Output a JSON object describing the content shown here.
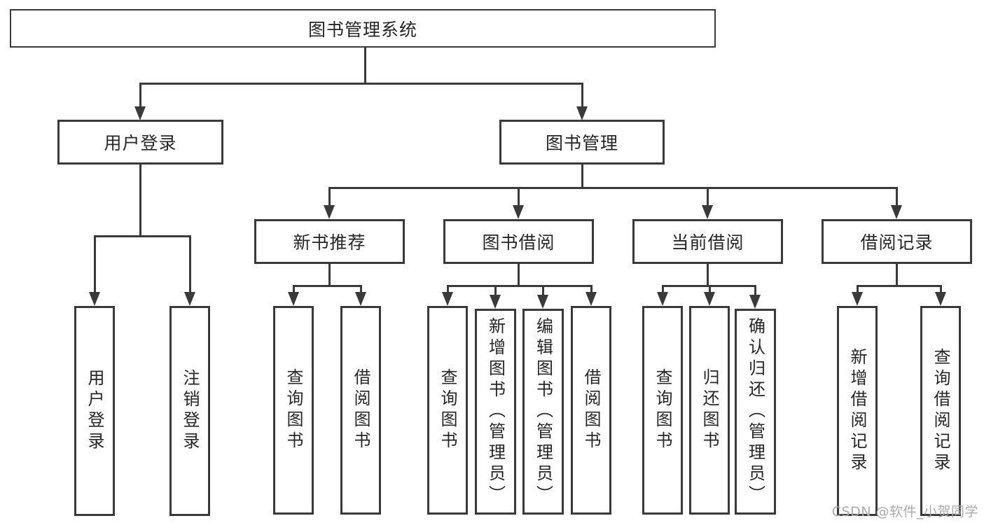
{
  "diagram": {
    "title": "图书管理系统",
    "root": {
      "label": "图书管理系统"
    },
    "level2": [
      {
        "label": "用户登录"
      },
      {
        "label": "图书管理"
      }
    ],
    "level3": [
      {
        "label": "新书推荐",
        "parent": "图书管理"
      },
      {
        "label": "图书借阅",
        "parent": "图书管理"
      },
      {
        "label": "当前借阅",
        "parent": "图书管理"
      },
      {
        "label": "借阅记录",
        "parent": "图书管理"
      }
    ],
    "leaves": [
      {
        "label": "用户登录",
        "parent": "用户登录"
      },
      {
        "label": "注销登录",
        "parent": "用户登录"
      },
      {
        "label": "查询图书",
        "parent": "新书推荐"
      },
      {
        "label": "借阅图书",
        "parent": "新书推荐"
      },
      {
        "label": "查询图书",
        "parent": "图书借阅"
      },
      {
        "label": "新增图书（管理员）",
        "parent": "图书借阅"
      },
      {
        "label": "编辑图书（管理员）",
        "parent": "图书借阅"
      },
      {
        "label": "借阅图书",
        "parent": "图书借阅"
      },
      {
        "label": "查询图书",
        "parent": "当前借阅"
      },
      {
        "label": "归还图书",
        "parent": "当前借阅"
      },
      {
        "label": "确认归还（管理员）",
        "parent": "当前借阅"
      },
      {
        "label": "新增借阅记录",
        "parent": "借阅记录"
      },
      {
        "label": "查询借阅记录",
        "parent": "借阅记录"
      }
    ]
  },
  "watermark": {
    "text": "CSDN @软件_小贺同学"
  },
  "colors": {
    "line": "#3a3a3a",
    "box_border": "#3a3a3a",
    "text": "#262626",
    "watermark": "#ababab",
    "background": "#ffffff"
  }
}
